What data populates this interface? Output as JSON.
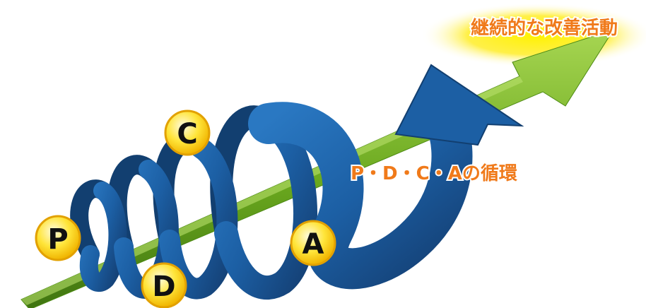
{
  "title": "継続的な改善活動",
  "cycle_label": "P・D・C・Aの循環",
  "badges": {
    "p": "P",
    "d": "D",
    "c": "C",
    "a": "A"
  },
  "colors": {
    "arrow_green": "#6aa81e",
    "arrow_green_light": "#a7d652",
    "spiral_blue": "#1c5fa4",
    "spiral_blue_dark": "#123f70",
    "label_orange": "#f07a1a",
    "badge_yellow": "#ffd91a",
    "glow_yellow": "#fff200"
  },
  "icons": {
    "growth_arrow": "green-arrow",
    "cycle": "blue-spiral-arrow"
  }
}
